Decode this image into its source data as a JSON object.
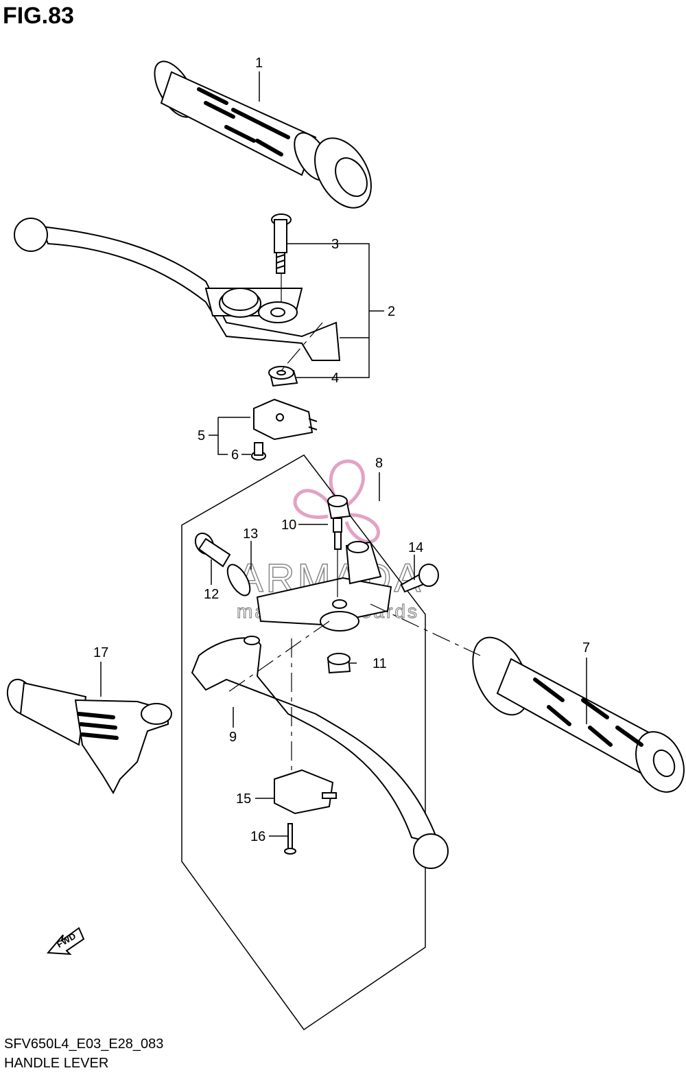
{
  "figure": {
    "title": "FIG.83"
  },
  "footer": {
    "model_code": "SFV650L4_E03_E28_083",
    "section_name": "HANDLE LEVER"
  },
  "callouts": [
    "1",
    "2",
    "3",
    "4",
    "5",
    "6",
    "7",
    "8",
    "9",
    "10",
    "11",
    "12",
    "13",
    "14",
    "15",
    "16",
    "17"
  ],
  "watermark": {
    "brand": "ARMADA",
    "tagline": "marine outboards",
    "accent": "#e3a2c4"
  },
  "direction_marker": {
    "text": "FWD"
  },
  "colors": {
    "line": "#000000",
    "background": "#ffffff"
  }
}
